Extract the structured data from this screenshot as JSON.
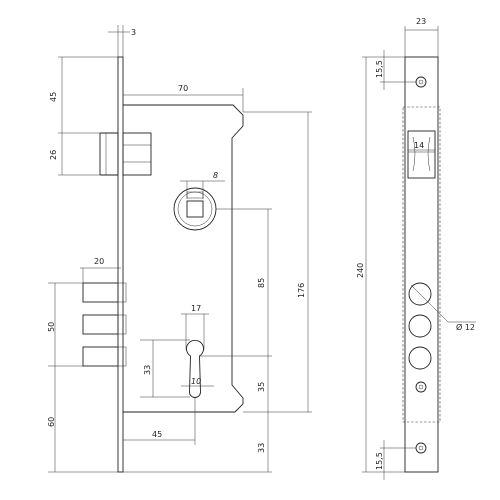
{
  "drawing": {
    "front_dims": {
      "faceplate_thickness": "3",
      "case_width": "70",
      "latch_offset": "45",
      "latch_height": "26",
      "spindle_square": "8",
      "bolt_projection": "20",
      "bolt_spacing": "50",
      "bottom_offset": "60",
      "backset_height": "85",
      "case_height": "176",
      "cylinder_width": "17",
      "cylinder_height": "33",
      "cylinder_slot": "10",
      "cylinder_to_case_bottom": "35",
      "backset": "45",
      "bottom_extension": "33"
    },
    "side_dims": {
      "faceplate_width": "23",
      "screw_top_offset": "15,5",
      "latch_width": "14",
      "faceplate_length": "240",
      "hole_diameter": "Ø 12",
      "screw_bottom_offset": "15,5"
    }
  }
}
